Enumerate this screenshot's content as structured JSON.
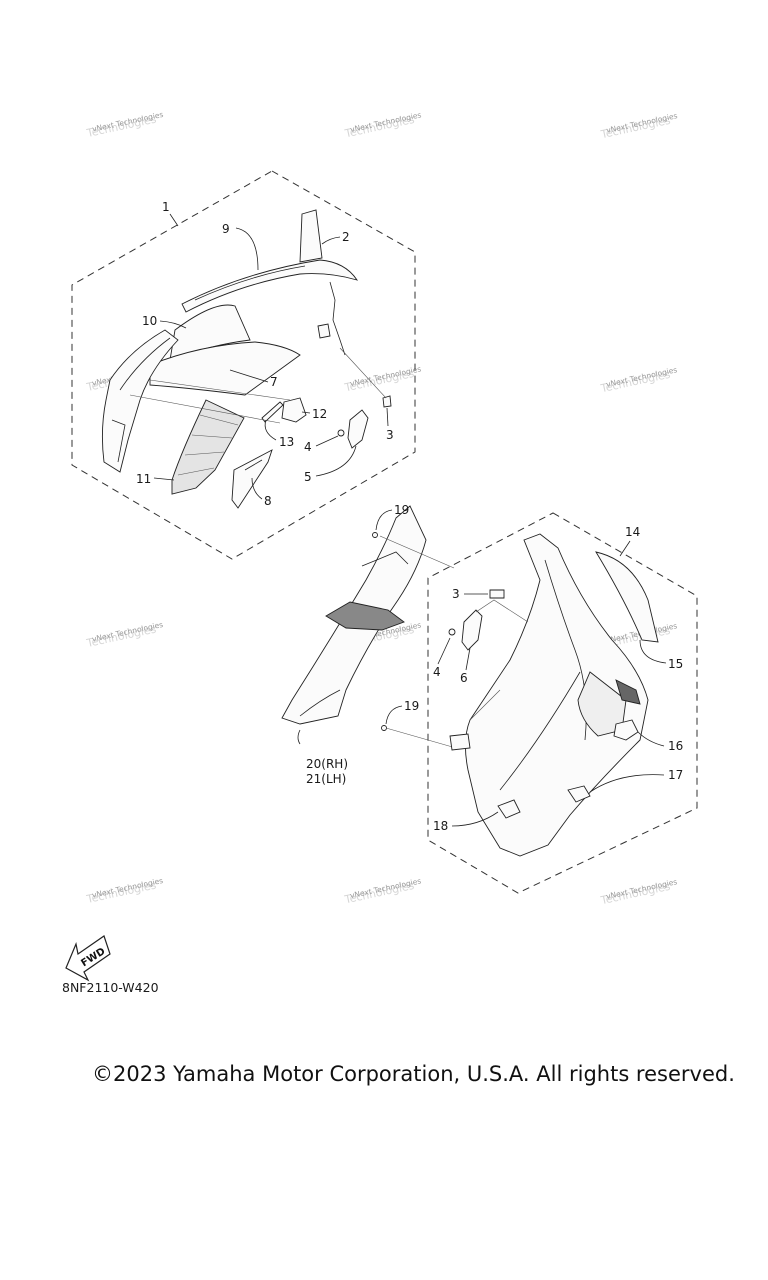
{
  "diagram": {
    "callouts": {
      "c1": "1",
      "c2": "2",
      "c3a": "3",
      "c4a": "4",
      "c5": "5",
      "c7": "7",
      "c8": "8",
      "c9": "9",
      "c10": "10",
      "c11": "11",
      "c12": "12",
      "c13": "13",
      "c14": "14",
      "c15": "15",
      "c16": "16",
      "c17": "17",
      "c18": "18",
      "c19a": "19",
      "c19b": "19",
      "c3b": "3",
      "c4b": "4",
      "c6": "6",
      "c20": "20(RH)",
      "c21": "21(LH)"
    },
    "watermark_text": "vNext Technologies",
    "fwd_label": "FWD",
    "part_code": "8NF2110-W420"
  },
  "footer": {
    "copyright": "©2023 Yamaha Motor Corporation, U.S.A. All rights reserved."
  }
}
